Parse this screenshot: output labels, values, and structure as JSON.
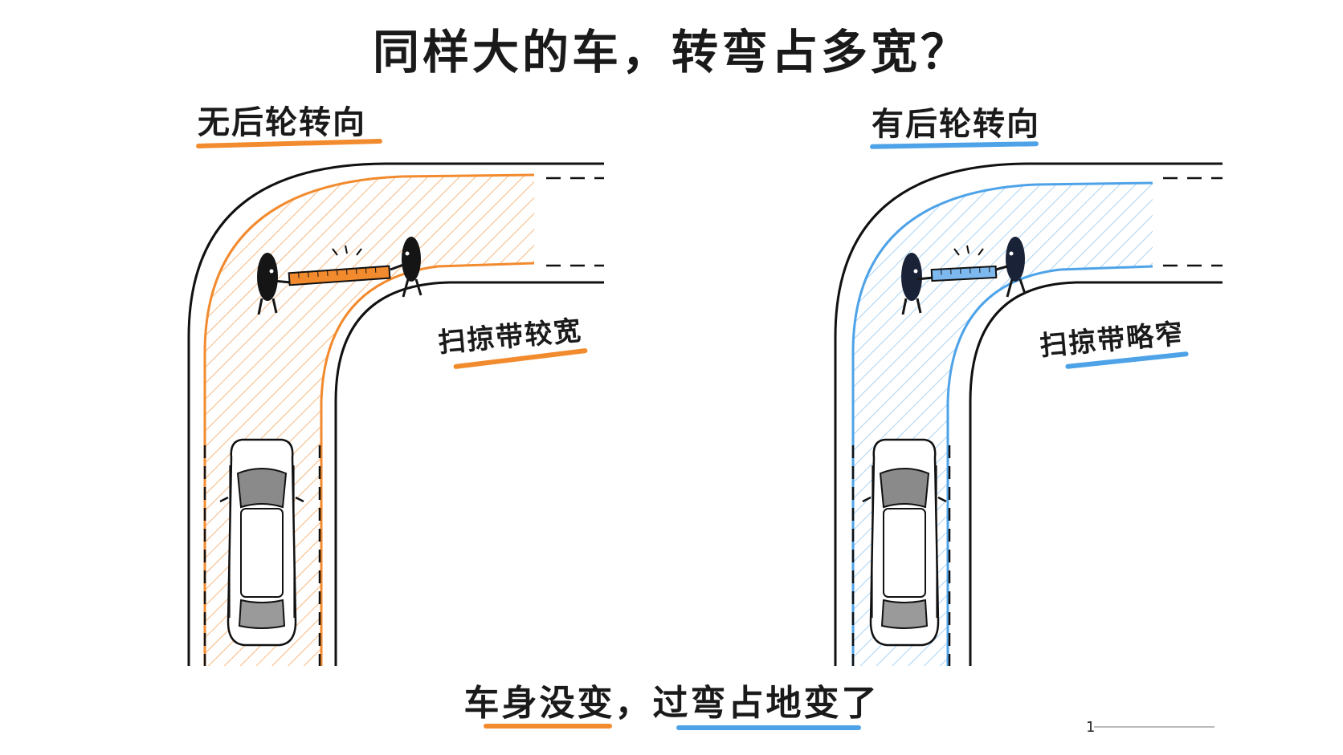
{
  "title": "同样大的车，转弯占多宽？",
  "left_panel": {
    "label": "无后轮转向",
    "band_note": "扫掠带较宽",
    "accent": "#f28a2e"
  },
  "right_panel": {
    "label": "有后轮转向",
    "band_note": "扫掠带略窄",
    "accent": "#4ea3e8"
  },
  "bottom_caption": {
    "part1": "车身没变，",
    "part2": "过弯占地变了"
  },
  "page_number": "1",
  "colors": {
    "road_line": "#111111",
    "hatch_orange": "#f5a04f",
    "hatch_blue": "#8cc4f0",
    "figure": "#151515",
    "ruler_orange": "#f28a2e",
    "ruler_blue": "#7db8ee"
  }
}
